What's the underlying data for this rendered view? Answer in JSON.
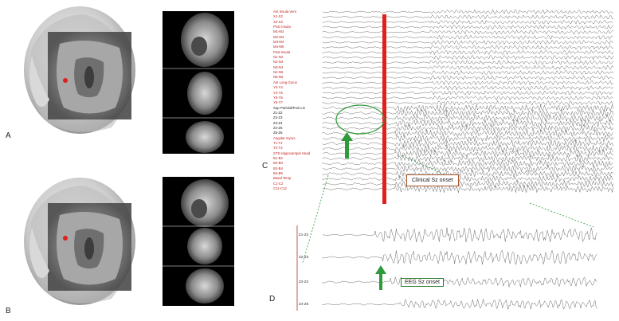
{
  "panels": {
    "a": "A",
    "b": "B",
    "c": "C",
    "d": "D"
  },
  "channels": [
    {
      "label": "Ant Insula Vent",
      "color": "red"
    },
    {
      "label": "X1-X2",
      "color": "red"
    },
    {
      "label": "X2-X3",
      "color": "red"
    },
    {
      "label": "PSG Insula",
      "color": "red"
    },
    {
      "label": "M1-M2",
      "color": "red"
    },
    {
      "label": "M2-M3",
      "color": "red"
    },
    {
      "label": "M3-M4",
      "color": "red"
    },
    {
      "label": "M4-M5",
      "color": "red"
    },
    {
      "label": "Post Insula",
      "color": "red"
    },
    {
      "label": "N1-N2",
      "color": "red"
    },
    {
      "label": "N2-N3",
      "color": "red"
    },
    {
      "label": "N3-N4",
      "color": "red"
    },
    {
      "label": "N4-N5",
      "color": "red"
    },
    {
      "label": "N5-N6",
      "color": "red"
    },
    {
      "label": "Ant Long Gyrus",
      "color": "red"
    },
    {
      "label": "Y3-Y4",
      "color": "red"
    },
    {
      "label": "Y4-Y5",
      "color": "red"
    },
    {
      "label": "Y5-Y6",
      "color": "red"
    },
    {
      "label": "Y6-Y7",
      "color": "red"
    },
    {
      "label": "Sup Parietal/Post LG",
      "color": "black"
    },
    {
      "label": "Z1-Z2",
      "color": "black"
    },
    {
      "label": "Z2-Z3",
      "color": "black"
    },
    {
      "label": "Z3-Z4",
      "color": "black"
    },
    {
      "label": "Z4-Z5",
      "color": "black"
    },
    {
      "label": "Z5-Z6",
      "color": "black"
    },
    {
      "label": "Angular Gyrus",
      "color": "red"
    },
    {
      "label": "T1-T2",
      "color": "red"
    },
    {
      "label": "T2-T3",
      "color": "red"
    },
    {
      "label": "STS Hippocampal Head",
      "color": "red"
    },
    {
      "label": "B1-B2",
      "color": "red"
    },
    {
      "label": "B2-B3",
      "color": "red"
    },
    {
      "label": "B3-B4",
      "color": "red"
    },
    {
      "label": "B4-B5",
      "color": "red"
    },
    {
      "label": "Basal Temp",
      "color": "red"
    },
    {
      "label": "C1-C2",
      "color": "red"
    },
    {
      "label": "C11-C12",
      "color": "red"
    }
  ],
  "zoom_channels": [
    "Z1-Z2",
    "Z2-Z3",
    "Z3-Z4",
    "Z4-Z5"
  ],
  "callouts": {
    "clinical": "Clinical Sz onset",
    "eeg": "EEG Sz onset"
  },
  "colors": {
    "marker_red": "#e0201a",
    "arrow_green": "#2e9a3a",
    "callout_brown": "#a8572a",
    "callout_green": "#2b7a2b",
    "label_red": "#c0201e"
  }
}
